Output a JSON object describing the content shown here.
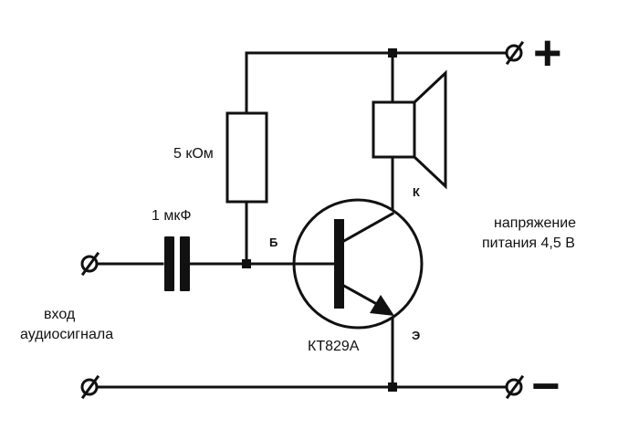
{
  "resistor": {
    "label": "5 кОм"
  },
  "capacitor": {
    "label": "1 мкФ"
  },
  "transistor": {
    "label": "КТ829А",
    "pins": {
      "collector": "К",
      "base": "Б",
      "emitter": "Э"
    }
  },
  "input": {
    "line1": "вход",
    "line2": "аудиосигнала"
  },
  "supply": {
    "line1": "напряжение",
    "line2": "питания 4,5 В",
    "positive": "+",
    "negative": "−"
  },
  "colors": {
    "ink": "#111111",
    "background": "#ffffff"
  }
}
